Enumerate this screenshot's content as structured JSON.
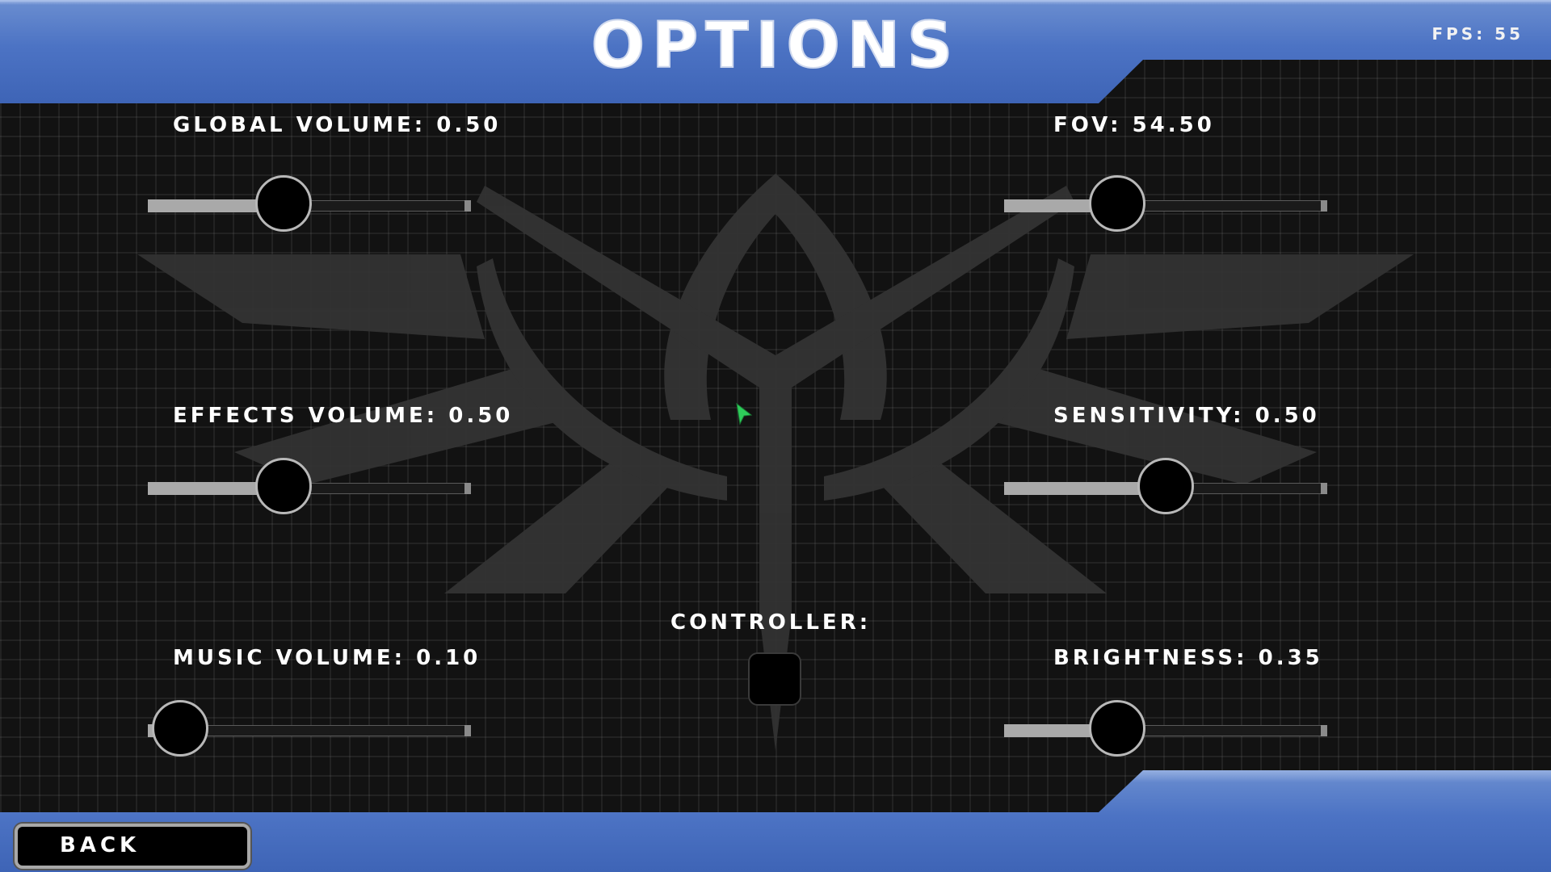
{
  "header": {
    "title": "OPTIONS",
    "fps": "FPS: 55"
  },
  "settings": {
    "global_volume": {
      "label": "GLOBAL VOLUME: 0.50",
      "value": 0.5,
      "level": 0.42
    },
    "effects_volume": {
      "label": "EFFECTS VOLUME: 0.50",
      "value": 0.5,
      "level": 0.42
    },
    "music_volume": {
      "label": "MUSIC VOLUME: 0.10",
      "value": 0.1,
      "level": 0.1
    },
    "fov": {
      "label": "FOV: 54.50",
      "value": 54.5,
      "level": 0.35
    },
    "sensitivity": {
      "label": "SENSITIVITY: 0.50",
      "value": 0.5,
      "level": 0.5
    },
    "brightness": {
      "label": "BRIGHTNESS: 0.35",
      "value": 0.35,
      "level": 0.35
    }
  },
  "controller": {
    "label": "CONTROLLER:",
    "enabled": false
  },
  "footer": {
    "back_label": "BACK"
  },
  "colors": {
    "bar_blue": "#4c73c4",
    "bar_highlight": "#9fb6e6",
    "slider_fill": "#a9a9a9",
    "cursor_green": "#2ecc5a",
    "emblem_gray": "#333333"
  }
}
